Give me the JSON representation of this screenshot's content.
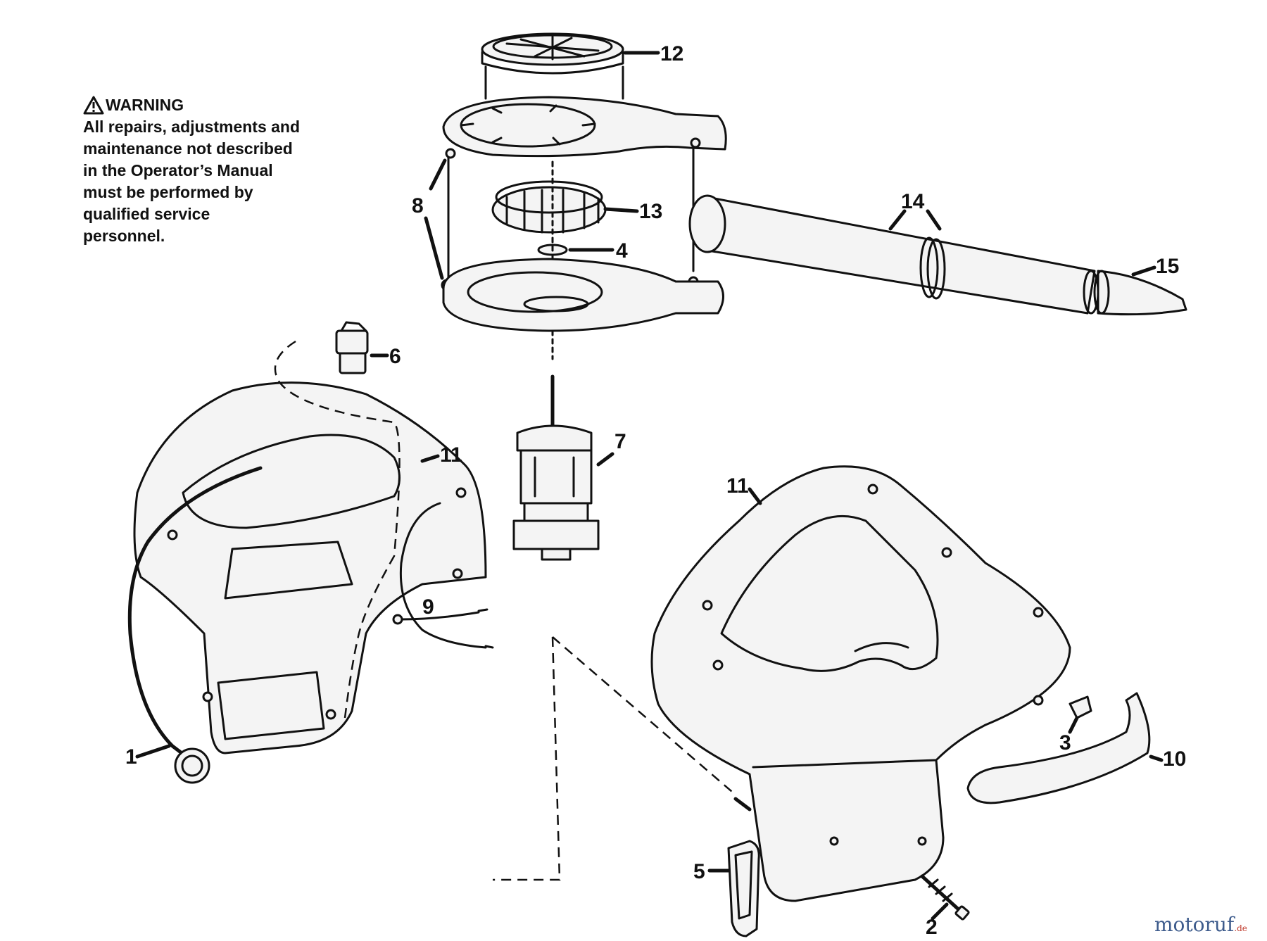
{
  "warning": {
    "title": "WARNING",
    "lines": [
      "All repairs, adjustments and",
      "maintenance not described",
      "in the Operator’s Manual",
      "must be performed by",
      "qualified service",
      "personnel."
    ]
  },
  "callouts": {
    "c1": "1",
    "c2": "2",
    "c3": "3",
    "c4": "4",
    "c5": "5",
    "c6": "6",
    "c7": "7",
    "c8": "8",
    "c9": "9",
    "c10": "10",
    "c11a": "11",
    "c11b": "11",
    "c12": "12",
    "c13": "13",
    "c14": "14",
    "c15": "15"
  },
  "watermark": {
    "text": "motoruf",
    "suffix": ".de"
  }
}
